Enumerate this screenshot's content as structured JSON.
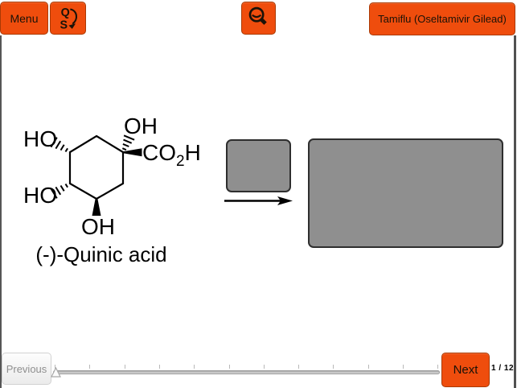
{
  "header": {
    "menu_button": "Menu",
    "qs_button": {
      "letter_top": "Q",
      "letter_bottom": "S"
    },
    "title_button": "Tamiflu (Oseltamivir Gilead)"
  },
  "slide": {
    "molecule": {
      "name": "(-)-Quinic acid",
      "atom_labels": {
        "ho_upper_left": "HO",
        "ho_lower_left": "HO",
        "oh_top": "OH",
        "oh_bottom": "OH",
        "co2h_main": "CO",
        "co2h_subscript": "2",
        "co2h_h": "H"
      }
    },
    "placeholders": [
      {
        "name": "reagent-placeholder"
      },
      {
        "name": "product-placeholder"
      }
    ]
  },
  "footer": {
    "previous_button": "Previous",
    "next_button": "Next",
    "page_indicator": "1 / 12",
    "slider": {
      "tick_count": 12,
      "position_index": 0
    }
  },
  "colors": {
    "accent_orange": "#EF4D0D",
    "box_gray": "#8F8F8F",
    "box_border": "#2E2E2E"
  }
}
